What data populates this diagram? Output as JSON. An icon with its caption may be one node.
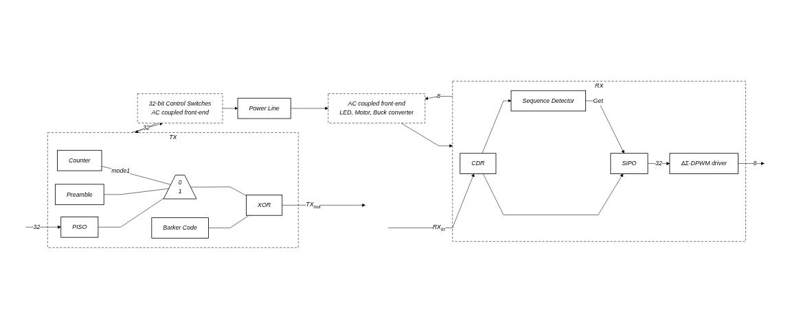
{
  "diagram": {
    "nodes": [
      {
        "text": [
          "TX"
        ]
      },
      {
        "text": [
          "Counter"
        ],
        "in": 0
      },
      {
        "text": [
          "Preamble"
        ],
        "in": 0
      },
      {
        "text": [
          "PISO"
        ],
        "in": 0
      },
      {
        "text": [
          "0",
          "1"
        ],
        "in": 0
      },
      {
        "text": [
          "XOR"
        ],
        "in": 0
      },
      {
        "text": [
          "Barker Code"
        ],
        "in": 0
      },
      {
        "text": [
          "RX"
        ]
      },
      {
        "text": [
          "CDR"
        ],
        "in": 7
      },
      {
        "text": [
          "SIPO"
        ],
        "in": 7
      },
      {
        "text": [
          "Sequence Detector"
        ],
        "in": 7
      },
      {
        "text": [
          "ΔΣ-DPWM driver"
        ],
        "in": 7
      },
      {
        "text": [
          "32-bit Control Switches",
          "AC coupled front-end"
        ]
      },
      {
        "text": [
          "Power Line"
        ]
      },
      {
        "text": [
          "AC coupled front-end",
          "LED, Motor, Buck converter"
        ]
      }
    ],
    "edges": [
      {
        "from": null,
        "to": 3,
        "arrow": "to",
        "label": "32"
      },
      {
        "from": 1,
        "to": 4,
        "arrow": "none",
        "label": "mode1"
      },
      {
        "from": 2,
        "to": 4,
        "arrow": "none"
      },
      {
        "from": 3,
        "to": 4,
        "arrow": "none"
      },
      {
        "from": 4,
        "to": 5,
        "arrow": "none"
      },
      {
        "from": 6,
        "to": 5,
        "arrow": "none"
      },
      {
        "from": 5,
        "to": null,
        "arrow": "to",
        "label": "TX$_{out}$"
      },
      {
        "from": null,
        "to": 8,
        "arrow": "to",
        "label": "RX$_{in}$"
      },
      {
        "from": 8,
        "to": 9,
        "arrow": "to"
      },
      {
        "from": 8,
        "to": 10,
        "arrow": "to"
      },
      {
        "from": 10,
        "to": 9,
        "arrow": "to",
        "label": "Get"
      },
      {
        "from": 9,
        "to": 11,
        "arrow": "to",
        "label": "32"
      },
      {
        "from": 11,
        "to": null,
        "arrow": "to",
        "label": "8"
      },
      {
        "from": 12,
        "to": 0,
        "arrow": "to",
        "label": "32"
      },
      {
        "from": 0,
        "to": 12,
        "arrow": "to"
      },
      {
        "from": 12,
        "to": 13,
        "arrow": "to"
      },
      {
        "from": 13,
        "to": 14,
        "arrow": "to"
      },
      {
        "from": 14,
        "to": 7,
        "arrow": "to"
      },
      {
        "from": 7,
        "to": 14,
        "arrow": "to",
        "label": "8"
      }
    ]
  }
}
